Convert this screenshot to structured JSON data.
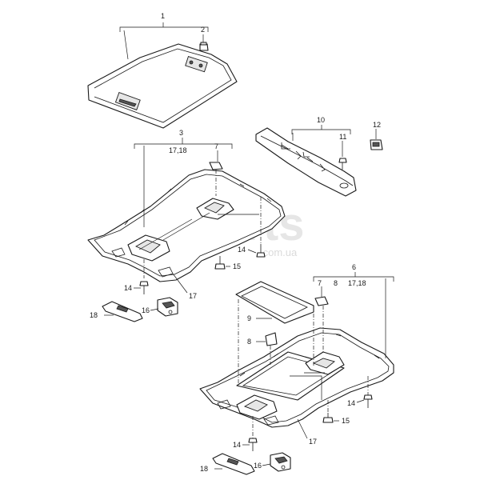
{
  "watermark": {
    "brand": "Xparts",
    "domain": ".com.ua"
  },
  "callouts": {
    "c1": "1",
    "c2": "2",
    "c3": "3",
    "c3sub": "17,18",
    "c7a": "7",
    "c10": "10",
    "c11": "11",
    "c12": "12",
    "c14a": "14",
    "c15a": "15",
    "c14b": "14",
    "c17a": "17",
    "c16a": "16",
    "c18a": "18",
    "c6": "6",
    "c7b": "7",
    "c8a": "8",
    "c6sub": "17,18",
    "c9": "9",
    "c8b": "8",
    "c14c": "14",
    "c15b": "15",
    "c17b": "17",
    "c14d": "14",
    "c16b": "16",
    "c18b": "18"
  }
}
